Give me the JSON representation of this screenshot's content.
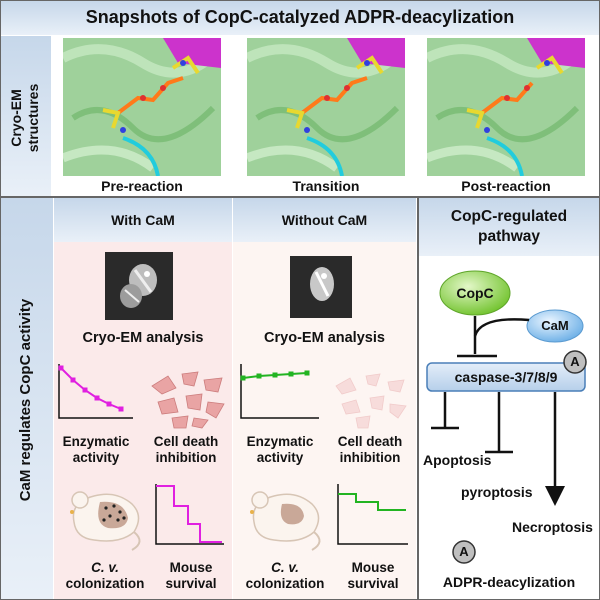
{
  "top_title": "Snapshots of CopC-catalyzed ADPR-deacylization",
  "cryo_label_1": "Cryo-EM",
  "cryo_label_2": "structures",
  "snapshots": [
    "Pre-reaction",
    "Transition",
    "Post-reaction"
  ],
  "left_vertical_label": "CaM regulates CopC activity",
  "with_cam": {
    "header": "With CaM",
    "cryo_em": "Cryo-EM analysis",
    "enzymatic_1": "Enzymatic",
    "enzymatic_2": "activity",
    "celldeath_1": "Cell death",
    "celldeath_2": "inhibition",
    "cv_1": "C. v.",
    "cv_2": "colonization",
    "mouse_1": "Mouse",
    "mouse_2": "survival"
  },
  "without_cam": {
    "header": "Without CaM",
    "cryo_em": "Cryo-EM analysis",
    "enzymatic_1": "Enzymatic",
    "enzymatic_2": "activity",
    "celldeath_1": "Cell death",
    "celldeath_2": "inhibition",
    "cv_1": "C. v.",
    "cv_2": "colonization",
    "mouse_1": "Mouse",
    "mouse_2": "survival"
  },
  "pathway": {
    "title_1": "CopC-regulated",
    "title_2": "pathway",
    "copc": "CopC",
    "cam": "CaM",
    "caspase": "caspase-3/7/8/9",
    "badge": "A",
    "apoptosis": "Apoptosis",
    "pyroptosis": "pyroptosis",
    "necroptosis": "Necroptosis",
    "legend_badge": "A",
    "legend_text": "ADPR-deacylization"
  },
  "colors": {
    "with_series": "#e020e0",
    "without_series": "#22b422",
    "header_blue": "#c6d7ea",
    "with_bg": "#fbeaea",
    "without_bg": "#fdf5f2",
    "copc_green": "#8fd84a",
    "cam_blue": "#8ec4ee",
    "caspase_box": "#c9dcf0"
  }
}
